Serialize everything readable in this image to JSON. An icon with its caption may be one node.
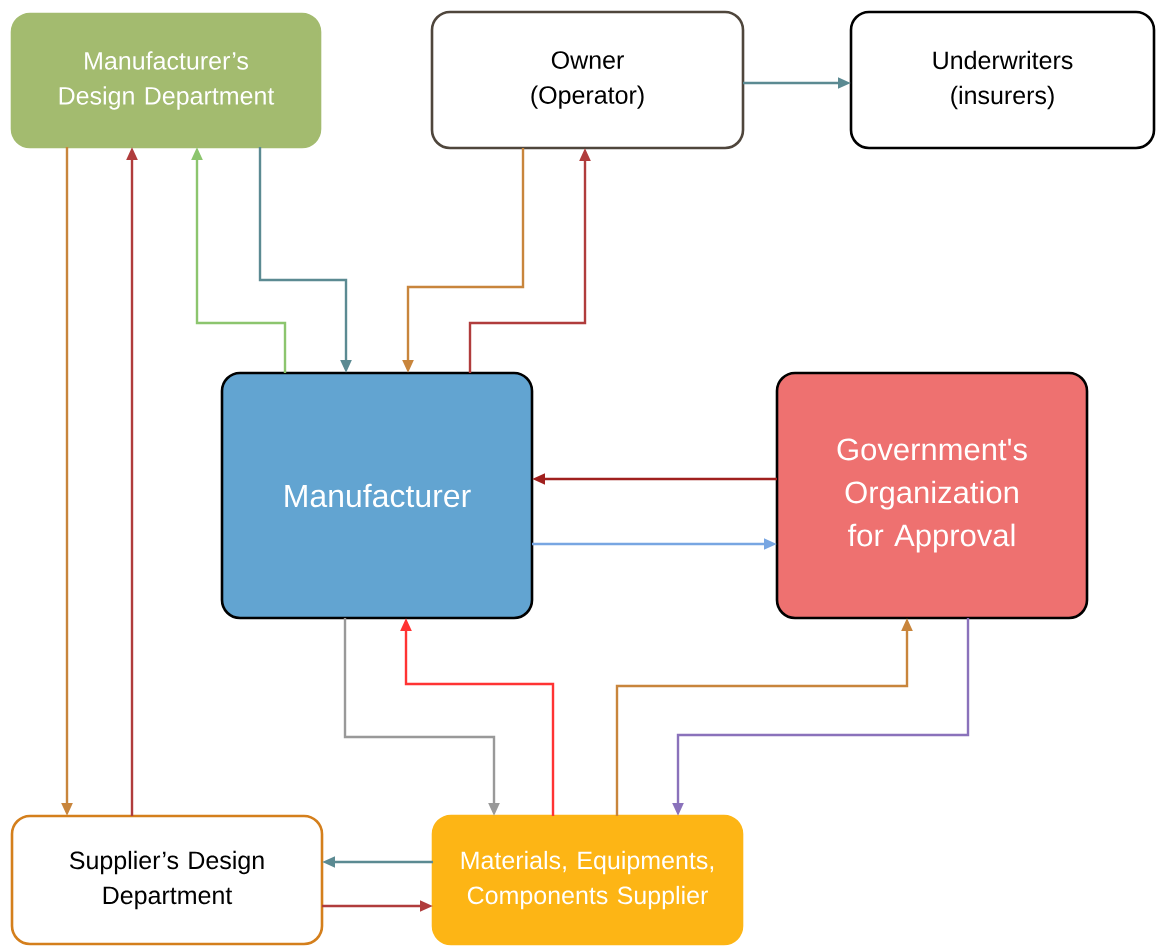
{
  "diagram": {
    "nodes": [
      {
        "text": [
          "Manufacturer’s Design Department"
        ]
      },
      {
        "text": [
          "Owner (Operator)"
        ]
      },
      {
        "text": [
          "Underwriters (insurers)"
        ]
      },
      {
        "text": [
          "Manufacturer"
        ]
      },
      {
        "text": [
          "Government's Organization for Approval"
        ]
      },
      {
        "text": [
          "Supplier’s Design Department"
        ]
      },
      {
        "text": [
          "Materials, Equipments, Components Supplier"
        ]
      }
    ],
    "edges": [
      {
        "from": 1,
        "to": 2,
        "arrow": "to",
        "color": "#5b8a92"
      },
      {
        "from": 0,
        "to": 3,
        "arrow": "to",
        "color": "#5b8a92"
      },
      {
        "from": 3,
        "to": 0,
        "arrow": "to",
        "color": "#8cc56e"
      },
      {
        "from": 1,
        "to": 3,
        "arrow": "to",
        "color": "#c8853c"
      },
      {
        "from": 3,
        "to": 1,
        "arrow": "to",
        "color": "#b03c3c"
      },
      {
        "from": 4,
        "to": 3,
        "arrow": "to",
        "color": "#a0201e"
      },
      {
        "from": 3,
        "to": 4,
        "arrow": "to",
        "color": "#78a6e2"
      },
      {
        "from": 0,
        "to": 5,
        "arrow": "to",
        "color": "#c8853c"
      },
      {
        "from": 5,
        "to": 0,
        "arrow": "to",
        "color": "#b03c3c"
      },
      {
        "from": 3,
        "to": 6,
        "arrow": "to",
        "color": "#999999"
      },
      {
        "from": 6,
        "to": 3,
        "arrow": "to",
        "color": "#ff3333"
      },
      {
        "from": 6,
        "to": 4,
        "arrow": "to",
        "color": "#c8853c"
      },
      {
        "from": 4,
        "to": 6,
        "arrow": "to",
        "color": "#8a72bb"
      },
      {
        "from": 6,
        "to": 5,
        "arrow": "to",
        "color": "#5b8a92"
      },
      {
        "from": 5,
        "to": 6,
        "arrow": "to",
        "color": "#b03c3c"
      }
    ]
  }
}
